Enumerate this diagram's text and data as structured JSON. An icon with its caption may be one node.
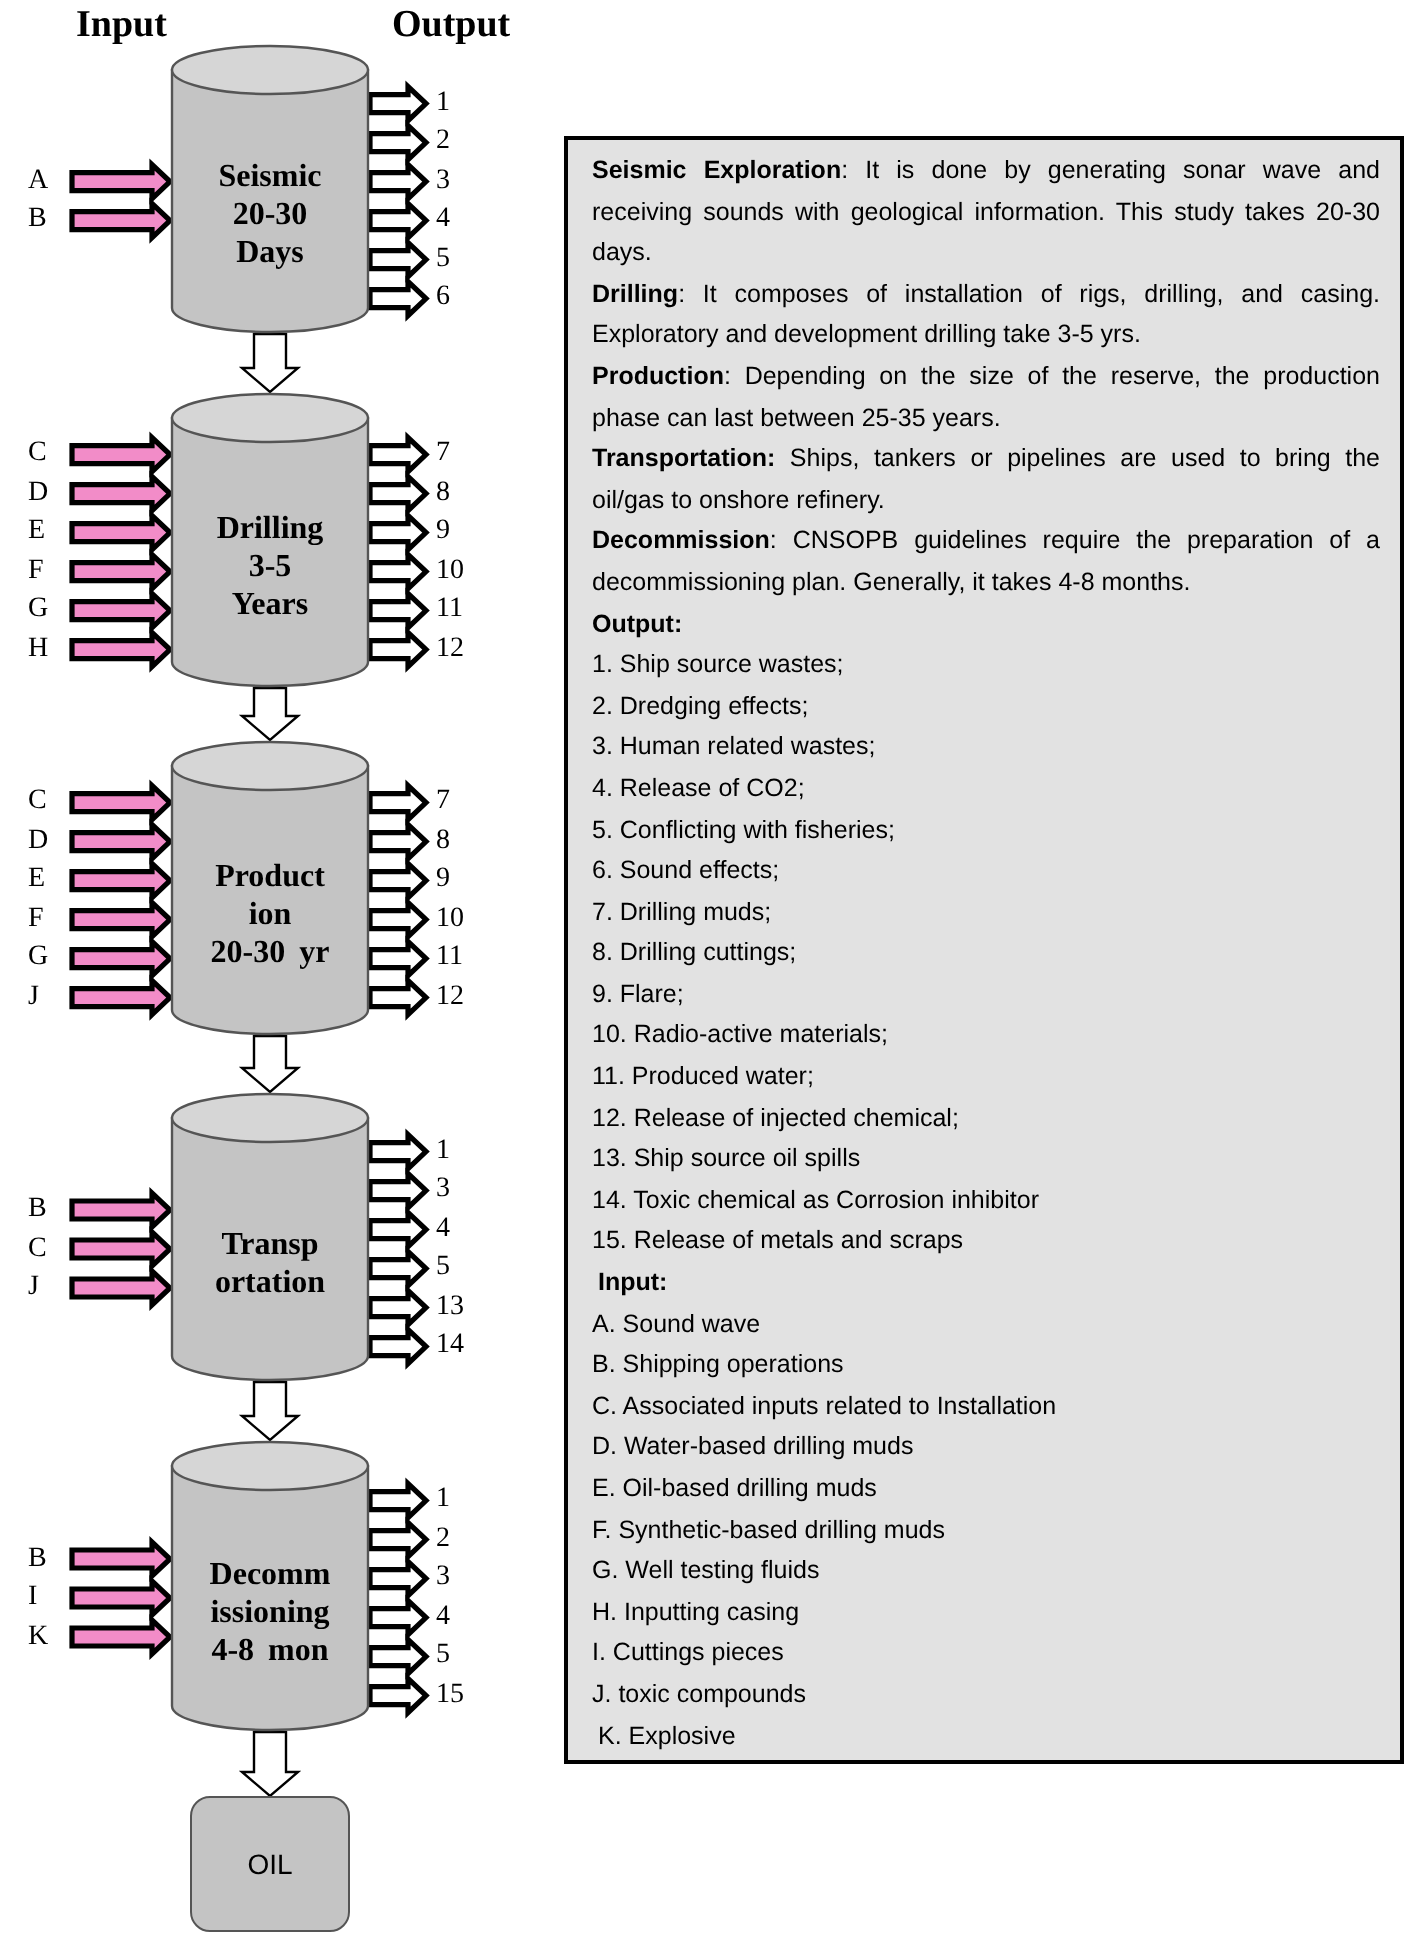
{
  "diagram": {
    "nodes": [
      {
        "text": [
          "Seismic 20-30 Days"
        ]
      },
      {
        "text": [
          "A"
        ]
      },
      {
        "text": [
          "B"
        ]
      },
      {
        "text": [
          "1"
        ]
      },
      {
        "text": [
          "2"
        ]
      },
      {
        "text": [
          "3"
        ]
      },
      {
        "text": [
          "4"
        ]
      },
      {
        "text": [
          "5"
        ]
      },
      {
        "text": [
          "6"
        ]
      },
      {
        "text": [
          "Drilling 3-5 Years"
        ]
      },
      {
        "text": [
          "C"
        ]
      },
      {
        "text": [
          "D"
        ]
      },
      {
        "text": [
          "E"
        ]
      },
      {
        "text": [
          "F"
        ]
      },
      {
        "text": [
          "G"
        ]
      },
      {
        "text": [
          "H"
        ]
      },
      {
        "text": [
          "7"
        ]
      },
      {
        "text": [
          "8"
        ]
      },
      {
        "text": [
          "9"
        ]
      },
      {
        "text": [
          "10"
        ]
      },
      {
        "text": [
          "11"
        ]
      },
      {
        "text": [
          "12"
        ]
      },
      {
        "text": [
          "Product ion 20-30 yr"
        ]
      },
      {
        "text": [
          "C"
        ]
      },
      {
        "text": [
          "D"
        ]
      },
      {
        "text": [
          "E"
        ]
      },
      {
        "text": [
          "F"
        ]
      },
      {
        "text": [
          "G"
        ]
      },
      {
        "text": [
          "J"
        ]
      },
      {
        "text": [
          "7"
        ]
      },
      {
        "text": [
          "8"
        ]
      },
      {
        "text": [
          "9"
        ]
      },
      {
        "text": [
          "10"
        ]
      },
      {
        "text": [
          "11"
        ]
      },
      {
        "text": [
          "12"
        ]
      },
      {
        "text": [
          "Transp ortation"
        ]
      },
      {
        "text": [
          "B"
        ]
      },
      {
        "text": [
          "C"
        ]
      },
      {
        "text": [
          "J"
        ]
      },
      {
        "text": [
          "1"
        ]
      },
      {
        "text": [
          "3"
        ]
      },
      {
        "text": [
          "4"
        ]
      },
      {
        "text": [
          "5"
        ]
      },
      {
        "text": [
          "13"
        ]
      },
      {
        "text": [
          "14"
        ]
      },
      {
        "text": [
          "Decomm issioning 4-8 mon"
        ]
      },
      {
        "text": [
          "B"
        ]
      },
      {
        "text": [
          "I"
        ]
      },
      {
        "text": [
          "K"
        ]
      },
      {
        "text": [
          "1"
        ]
      },
      {
        "text": [
          "2"
        ]
      },
      {
        "text": [
          "3"
        ]
      },
      {
        "text": [
          "4"
        ]
      },
      {
        "text": [
          "5"
        ]
      },
      {
        "text": [
          "15"
        ]
      },
      {
        "text": [
          "OIL"
        ]
      },
      {
        "text": [
          "**Seismic Exploration**: It is done by generating sonar wave and receiving sounds with geological information. This study takes 20-30 days.",
          "**Drilling**: It composes of installation of rigs, drilling, and casing. Exploratory and development drilling take 3-5 yrs.",
          "**Production**: Depending on the size of the reserve, the production phase can last between 25-35 years.",
          "**Transportation:** Ships, tankers or pipelines are used to bring the oil/gas to onshore refinery.",
          "**Decommission**: CNSOPB guidelines require the preparation of a decommissioning plan. Generally, it takes 4-8 months.",
          "Output:",
          "1. Ship source wastes;",
          "2. Dredging effects;",
          "3. Human related wastes;",
          "4. Release of CO2;",
          "5. Conflicting with fisheries;",
          "6. Sound effects;",
          "7. Drilling muds;",
          "8. Drilling cuttings;",
          "9. Flare;",
          "10. Radio-active materials;",
          "11. Produced water;",
          "12. Release of injected chemical;",
          "13. Ship source oil spills",
          "14. Toxic chemical as Corrosion inhibitor",
          "15. Release of metals and scraps",
          "Input:",
          "A. Sound wave",
          "B. Shipping operations",
          "C. Associated inputs related to Installation",
          "D. Water-based drilling muds",
          "E. Oil-based drilling muds",
          "F. Synthetic-based drilling muds",
          "G. Well testing fluids",
          "H. Inputting casing",
          "I. Cuttings pieces",
          "J. toxic compounds",
          "K. Explosive"
        ]
      }
    ],
    "edges": [
      {
        "from": 1,
        "to": 0,
        "arrow": "to",
        "color": "#f28cc8"
      },
      {
        "from": 2,
        "to": 0,
        "arrow": "to",
        "color": "#f28cc8"
      },
      {
        "from": 0,
        "to": 3,
        "arrow": "to"
      },
      {
        "from": 0,
        "to": 4,
        "arrow": "to"
      },
      {
        "from": 0,
        "to": 5,
        "arrow": "to"
      },
      {
        "from": 0,
        "to": 6,
        "arrow": "to"
      },
      {
        "from": 0,
        "to": 7,
        "arrow": "to"
      },
      {
        "from": 0,
        "to": 8,
        "arrow": "to"
      },
      {
        "from": 0,
        "to": 9,
        "arrow": "to"
      },
      {
        "from": 10,
        "to": 9,
        "arrow": "to",
        "color": "#f28cc8"
      },
      {
        "from": 11,
        "to": 9,
        "arrow": "to",
        "color": "#f28cc8"
      },
      {
        "from": 12,
        "to": 9,
        "arrow": "to",
        "color": "#f28cc8"
      },
      {
        "from": 13,
        "to": 9,
        "arrow": "to",
        "color": "#f28cc8"
      },
      {
        "from": 14,
        "to": 9,
        "arrow": "to",
        "color": "#f28cc8"
      },
      {
        "from": 15,
        "to": 9,
        "arrow": "to",
        "color": "#f28cc8"
      },
      {
        "from": 9,
        "to": 16,
        "arrow": "to"
      },
      {
        "from": 9,
        "to": 17,
        "arrow": "to"
      },
      {
        "from": 9,
        "to": 18,
        "arrow": "to"
      },
      {
        "from": 9,
        "to": 19,
        "arrow": "to"
      },
      {
        "from": 9,
        "to": 20,
        "arrow": "to"
      },
      {
        "from": 9,
        "to": 21,
        "arrow": "to"
      },
      {
        "from": 9,
        "to": 22,
        "arrow": "to"
      },
      {
        "from": 23,
        "to": 22,
        "arrow": "to",
        "color": "#f28cc8"
      },
      {
        "from": 24,
        "to": 22,
        "arrow": "to",
        "color": "#f28cc8"
      },
      {
        "from": 25,
        "to": 22,
        "arrow": "to",
        "color": "#f28cc8"
      },
      {
        "from": 26,
        "to": 22,
        "arrow": "to",
        "color": "#f28cc8"
      },
      {
        "from": 27,
        "to": 22,
        "arrow": "to",
        "color": "#f28cc8"
      },
      {
        "from": 28,
        "to": 22,
        "arrow": "to",
        "color": "#f28cc8"
      },
      {
        "from": 22,
        "to": 29,
        "arrow": "to"
      },
      {
        "from": 22,
        "to": 30,
        "arrow": "to"
      },
      {
        "from": 22,
        "to": 31,
        "arrow": "to"
      },
      {
        "from": 22,
        "to": 32,
        "arrow": "to"
      },
      {
        "from": 22,
        "to": 33,
        "arrow": "to"
      },
      {
        "from": 22,
        "to": 34,
        "arrow": "to"
      },
      {
        "from": 22,
        "to": 35,
        "arrow": "to"
      },
      {
        "from": 36,
        "to": 35,
        "arrow": "to",
        "color": "#f28cc8"
      },
      {
        "from": 37,
        "to": 35,
        "arrow": "to",
        "color": "#f28cc8"
      },
      {
        "from": 38,
        "to": 35,
        "arrow": "to",
        "color": "#f28cc8"
      },
      {
        "from": 35,
        "to": 39,
        "arrow": "to"
      },
      {
        "from": 35,
        "to": 40,
        "arrow": "to"
      },
      {
        "from": 35,
        "to": 41,
        "arrow": "to"
      },
      {
        "from": 35,
        "to": 42,
        "arrow": "to"
      },
      {
        "from": 35,
        "to": 43,
        "arrow": "to"
      },
      {
        "from": 35,
        "to": 44,
        "arrow": "to"
      },
      {
        "from": 35,
        "to": 45,
        "arrow": "to"
      },
      {
        "from": 46,
        "to": 45,
        "arrow": "to",
        "color": "#f28cc8"
      },
      {
        "from": 47,
        "to": 45,
        "arrow": "to",
        "color": "#f28cc8"
      },
      {
        "from": 48,
        "to": 45,
        "arrow": "to",
        "color": "#f28cc8"
      },
      {
        "from": 45,
        "to": 49,
        "arrow": "to"
      },
      {
        "from": 45,
        "to": 50,
        "arrow": "to"
      },
      {
        "from": 45,
        "to": 51,
        "arrow": "to"
      },
      {
        "from": 45,
        "to": 52,
        "arrow": "to"
      },
      {
        "from": 45,
        "to": 53,
        "arrow": "to"
      },
      {
        "from": 45,
        "to": 54,
        "arrow": "to"
      },
      {
        "from": 45,
        "to": 55,
        "arrow": "to"
      }
    ],
    "labels": [
      "Input",
      "Output"
    ]
  }
}
